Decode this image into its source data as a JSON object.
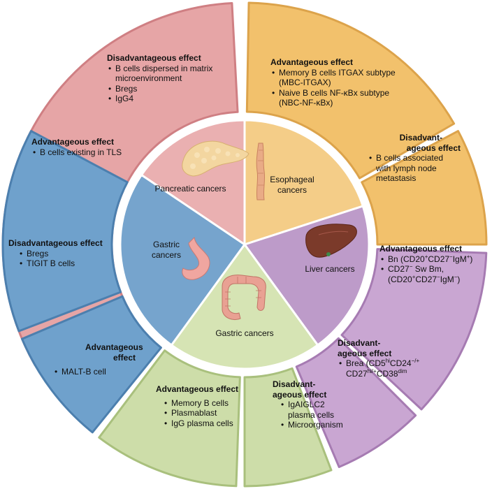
{
  "colors": {
    "pancreatic_outer": "#e6a5a6",
    "pancreatic_inner": "#eab0b1",
    "pancreatic_border": "#cf7f83",
    "esophageal_outer": "#f2c16c",
    "esophageal_inner": "#f4cd88",
    "esophageal_border": "#dca34b",
    "liver_outer": "#c9a6d2",
    "liver_inner": "#bd9bc9",
    "liver_border": "#a67bb2",
    "gastric_blue_outer": "#6fa1cc",
    "gastric_blue_inner": "#76a4cd",
    "gastric_blue_border": "#4c7fae",
    "gastric_green_outer": "#cddda9",
    "gastric_green_inner": "#d6e4b4",
    "gastric_green_border": "#a9c07d"
  },
  "center": {
    "pancreatic": "Pancreatic cancers",
    "esophageal_l1": "Esophageal",
    "esophageal_l2": "cancers",
    "liver": "Liver cancers",
    "gastric_blue_l1": "Gastric",
    "gastric_blue_l2": "cancers",
    "gastric_green": "Gastric cancers"
  },
  "organs": [
    "pancreas-icon",
    "esophagus-icon",
    "liver-icon",
    "stomach-icon",
    "colon-icon"
  ],
  "panels": {
    "pancreatic_adv": {
      "title": "Advantageous effect",
      "items": [
        "B cells existing in TLS"
      ]
    },
    "pancreatic_dis": {
      "title": "Disadvantageous effect",
      "items": [
        "B cells dispersed in matrix microenvironment",
        "Bregs",
        "IgG4"
      ]
    },
    "esophageal_adv": {
      "title": "Advantageous effect",
      "items": [
        "Memory B cells ITGAX subtype (MBC-ITGAX)",
        "Naive B cells NF-κBx subtype (NBC-NF-κBx)"
      ]
    },
    "esophageal_dis": {
      "title_l1": "Disadvant-",
      "title_l2": "ageous effect",
      "items": [
        "B cells associated with lymph node metastasis"
      ]
    },
    "liver_adv": {
      "title": "Advantageous effect",
      "item1_a": "Bn (CD20",
      "item1_b": "CD27",
      "item1_c": "IgM",
      "item1_d": ")",
      "item2_a": "CD27",
      "item2_b": " Sw Bm,",
      "item2_c": "(CD20",
      "item2_d": "CD27",
      "item2_e": "IgM",
      "item2_f": ")"
    },
    "liver_dis": {
      "title_l1": "Disadvant-",
      "title_l2": "ageous effect",
      "item_a": "Brea (CD5",
      "item_b": "CD24",
      "item_c": "CD27",
      "item_d": "CD38",
      "sup_hi": "hi",
      "sup_neg_plus": "−/+",
      "sup_hi_plus": "hi/+",
      "sup_dim": "dim",
      "sup_plus": "+",
      "sup_minus": "−"
    },
    "gastric_blue_dis": {
      "title": "Disadvantageous effect",
      "items": [
        "Bregs",
        "TIGIT B cells"
      ]
    },
    "gastric_blue_adv": {
      "title_l1": "Advantageous",
      "title_l2": "effect",
      "items": [
        "MALT-B cell"
      ]
    },
    "gastric_green_adv": {
      "title": "Advantageous effect",
      "items": [
        "Memory B cells",
        "Plasmablast",
        "IgG plasma cells"
      ]
    },
    "gastric_green_dis": {
      "title_l1": "Disadvant-",
      "title_l2": "ageous effect",
      "items": [
        "IgAIGLC2 plasma cells",
        "Microorganism"
      ]
    }
  }
}
